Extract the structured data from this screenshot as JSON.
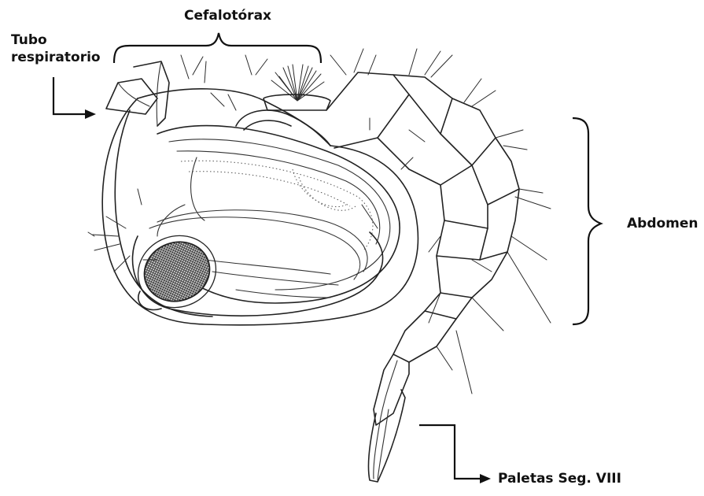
{
  "labels": {
    "tubo_respiratorio": [
      "Tubo",
      "respiratorio"
    ],
    "cefalotorax": "Cefalotórax",
    "abdomen": "Abdomen",
    "paletas": "Paletas Seg. VIII"
  },
  "colors": {
    "ink": "#222222",
    "eye_fill": "#3a3a3a",
    "background": "#ffffff"
  }
}
